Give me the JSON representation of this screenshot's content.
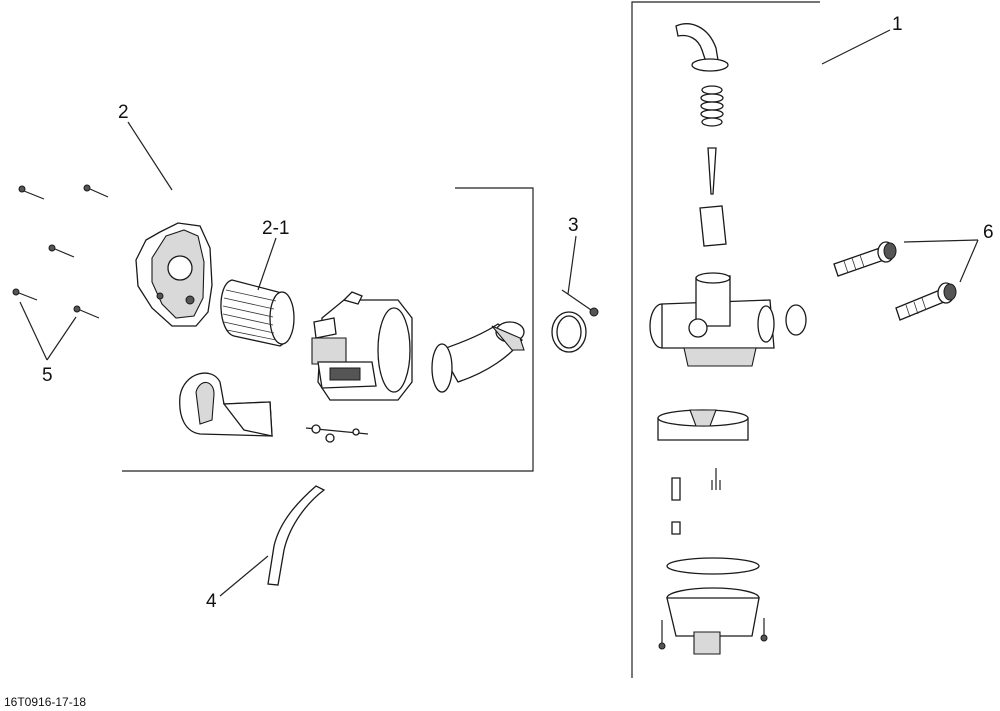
{
  "figure": {
    "reference_code": "16T0916-17-18",
    "callouts": {
      "carburetor": "1",
      "air_filter_housing": "2",
      "air_filter_element": "2-1",
      "clamp": "3",
      "hose": "4",
      "screws": "5",
      "bolts": "6"
    }
  }
}
